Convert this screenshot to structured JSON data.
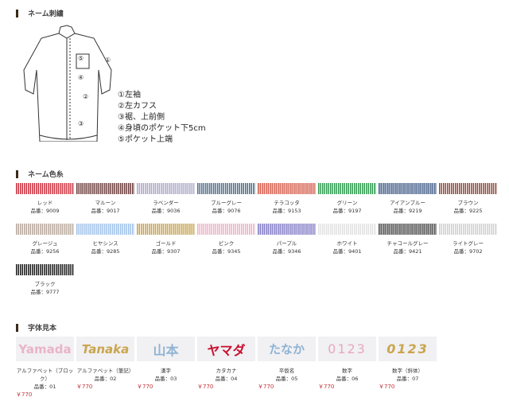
{
  "sections": {
    "embroidery": "ネーム刺繍",
    "thread_colors": "ネーム色糸",
    "font_samples": "字体見本"
  },
  "positions": {
    "legend": [
      "①左袖",
      "②左カフス",
      "③裾、上前側",
      "④身頃のポケット下5cm",
      "⑤ポケット上端"
    ],
    "markers": [
      "①",
      "②",
      "③",
      "④",
      "⑤"
    ]
  },
  "colors": [
    {
      "name": "レッド",
      "code": "品番：9009",
      "hex": "#c8313e"
    },
    {
      "name": "マルーン",
      "code": "品番：9017",
      "hex": "#6a3a3a"
    },
    {
      "name": "ラベンダー",
      "code": "品番：9036",
      "hex": "#a9a6c6"
    },
    {
      "name": "ブルーグレー",
      "code": "品番：9076",
      "hex": "#4f6b86"
    },
    {
      "name": "テラコッタ",
      "code": "品番：9153",
      "hex": "#d0523f"
    },
    {
      "name": "グリーン",
      "code": "品番：9197",
      "hex": "#2f9a4f"
    },
    {
      "name": "アイアンブルー",
      "code": "品番：9219",
      "hex": "#36517f"
    },
    {
      "name": "ブラウン",
      "code": "品番：9225",
      "hex": "#8e4a3c"
    },
    {
      "name": "グレージュ",
      "code": "品番：9256",
      "hex": "#b8a89c"
    },
    {
      "name": "ヒヤシンス",
      "code": "品番：9285",
      "hex": "#9dc0e8"
    },
    {
      "name": "ゴールド",
      "code": "品番：9307",
      "hex": "#c4a04f"
    },
    {
      "name": "ピンク",
      "code": "品番：9345",
      "hex": "#eab2c6"
    },
    {
      "name": "パープル",
      "code": "品番：9346",
      "hex": "#7b74c2"
    },
    {
      "name": "ホワイト",
      "code": "品番：9401",
      "hex": "#e2e2e2"
    },
    {
      "name": "チャコールグレー",
      "code": "品番：9421",
      "hex": "#3b3b3b"
    },
    {
      "name": "ライトグレー",
      "code": "品番：9702",
      "hex": "#cfcfcf"
    },
    {
      "name": "ブラック",
      "code": "品番：9777",
      "hex": "#1c1c1c"
    }
  ],
  "fonts": [
    {
      "sample": "Yamada",
      "name": "アルファベット（ブロック）",
      "code": "品番：01",
      "price": "￥770",
      "color": "#eab4c8"
    },
    {
      "sample": "Tanaka",
      "name": "アルファベット（筆記）",
      "code": "品番：02",
      "price": "￥770",
      "color": "#c9a64e"
    },
    {
      "sample": "山本",
      "name": "漢字",
      "code": "品番：03",
      "price": "￥770",
      "color": "#8fb3d3"
    },
    {
      "sample": "ヤマダ",
      "name": "カタカナ",
      "code": "品番：04",
      "price": "￥770",
      "color": "#c8102e"
    },
    {
      "sample": "たなか",
      "name": "平仮名",
      "code": "品番：05",
      "price": "￥770",
      "color": "#8fb3d3"
    },
    {
      "sample": "0123",
      "name": "数字",
      "code": "品番：06",
      "price": "￥770",
      "color": "#e8a8c0"
    },
    {
      "sample": "0123",
      "name": "数字（斜体）",
      "code": "品番：07",
      "price": "￥770",
      "color": "#c9a64e"
    }
  ]
}
